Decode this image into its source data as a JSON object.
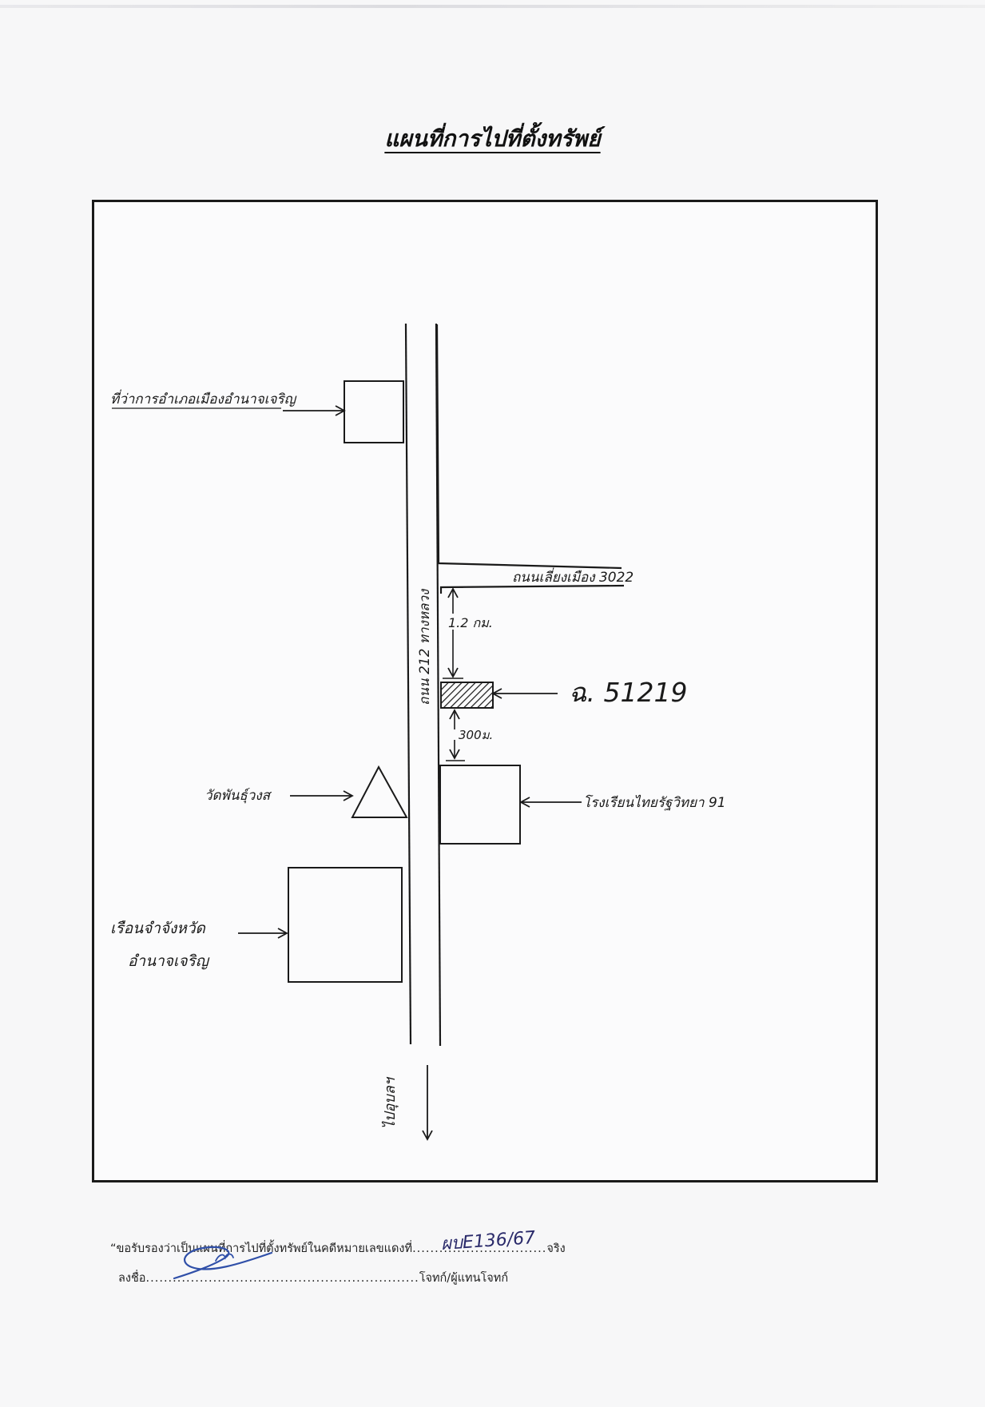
{
  "title": "แผนที่การไปที่ตั้งทรัพย์",
  "map": {
    "labels": {
      "district_office": "ที่ว่าการอำเภอเมืองอำนาจเจริญ",
      "bypass_road": "ถนนเลี่ยงเมือง 3022",
      "highway": "ถนน 212 ทางหลวง",
      "distance_north": "1.2 กม.",
      "property": "ฉ. 51219",
      "distance_south": "300ม.",
      "temple": "วัดพันธุ์วงส",
      "school": "โรงเรียนไทยรัฐวิทยา 91",
      "prison_line1": "เรือนจำจังหวัด",
      "prison_line2": "อำนาจเจริญ",
      "direction": "ไปอุบลฯ"
    }
  },
  "certification": {
    "line1_before": "“ขอรับรองว่าเป็นแผนที่การไปที่ตั้งทรัพย์ในคดีหมายเลขแดงที่",
    "case_number": "ผบE136/67",
    "line1_after": "จริง",
    "line2_before": "ลงชื่อ",
    "line2_after": "โจทก์/ผู้แทนโจทก์"
  },
  "colors": {
    "ink": "#1a1a1a",
    "signature_ink": "#2f4fa8"
  }
}
